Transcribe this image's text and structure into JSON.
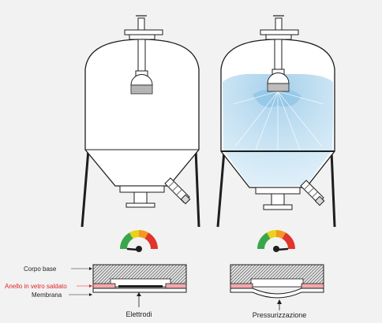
{
  "labels": {
    "base_body": "Corpo base",
    "glass_ring": "Anello in vetro saldato",
    "membrane": "Membrana"
  },
  "captions": {
    "left": "Elettrodi",
    "right": "Pressurizzazione"
  },
  "colors": {
    "background": "#f2f2f2",
    "outline": "#1e1e1e",
    "water": "#a9d3ec",
    "glass_ring": "#f2a8ad",
    "label_red": "#e02424",
    "gauge_red": "#e0352b",
    "gauge_orange": "#f39a1e",
    "gauge_yellow": "#e8d21c",
    "gauge_green": "#3aa64a"
  },
  "icons": [
    "tank-icon",
    "spray-ball-icon",
    "pressure-gauge-icon",
    "side-valve-icon"
  ]
}
